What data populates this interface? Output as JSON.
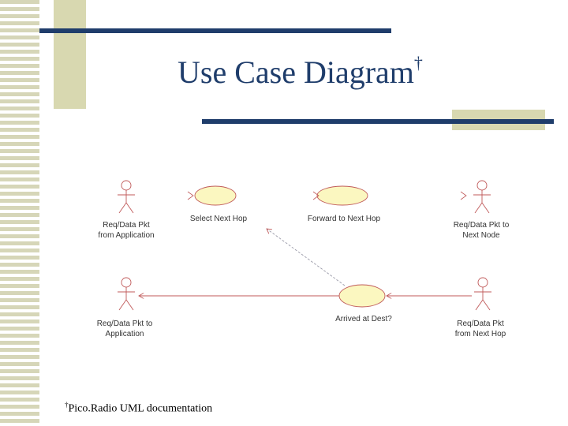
{
  "slide": {
    "title": "Use Case Diagram",
    "title_mark": "†",
    "footnote_mark": "†",
    "footnote": "Pico.Radio UML documentation"
  },
  "diagram": {
    "actors": [
      {
        "id": "actor-1",
        "line1": "Req/Data Pkt",
        "line2": "from Application"
      },
      {
        "id": "actor-2",
        "line1": "Req/Data Pkt to",
        "line2": "Next Node"
      },
      {
        "id": "actor-3",
        "line1": "Req/Data Pkt to",
        "line2": "Application"
      },
      {
        "id": "actor-4",
        "line1": "Req/Data Pkt",
        "line2": "from Next Hop"
      }
    ],
    "use_cases": [
      {
        "id": "uc-1",
        "label": "Select Next Hop"
      },
      {
        "id": "uc-2",
        "label": "Forward to Next Hop"
      },
      {
        "id": "uc-3",
        "label": "Arrived at Dest?"
      }
    ]
  },
  "colors": {
    "title": "#1f3d6b",
    "bars": "#1f3d6b",
    "stripes": "#d6d6b8",
    "blocks": "#d8d8b0",
    "use_case_fill": "#fbf7c0",
    "lines": "#c05a5a"
  }
}
